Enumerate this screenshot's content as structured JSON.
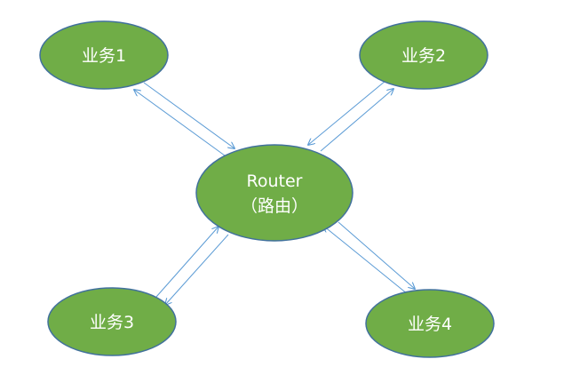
{
  "colors": {
    "node_fill": "#70ad47",
    "node_stroke": "#41719c",
    "arrow": "#5b9bd5",
    "label": "#ffffff"
  },
  "router": {
    "line1": "Router",
    "line2": "（路由）"
  },
  "services": [
    {
      "label": "业务1"
    },
    {
      "label": "业务2"
    },
    {
      "label": "业务3"
    },
    {
      "label": "业务4"
    }
  ]
}
